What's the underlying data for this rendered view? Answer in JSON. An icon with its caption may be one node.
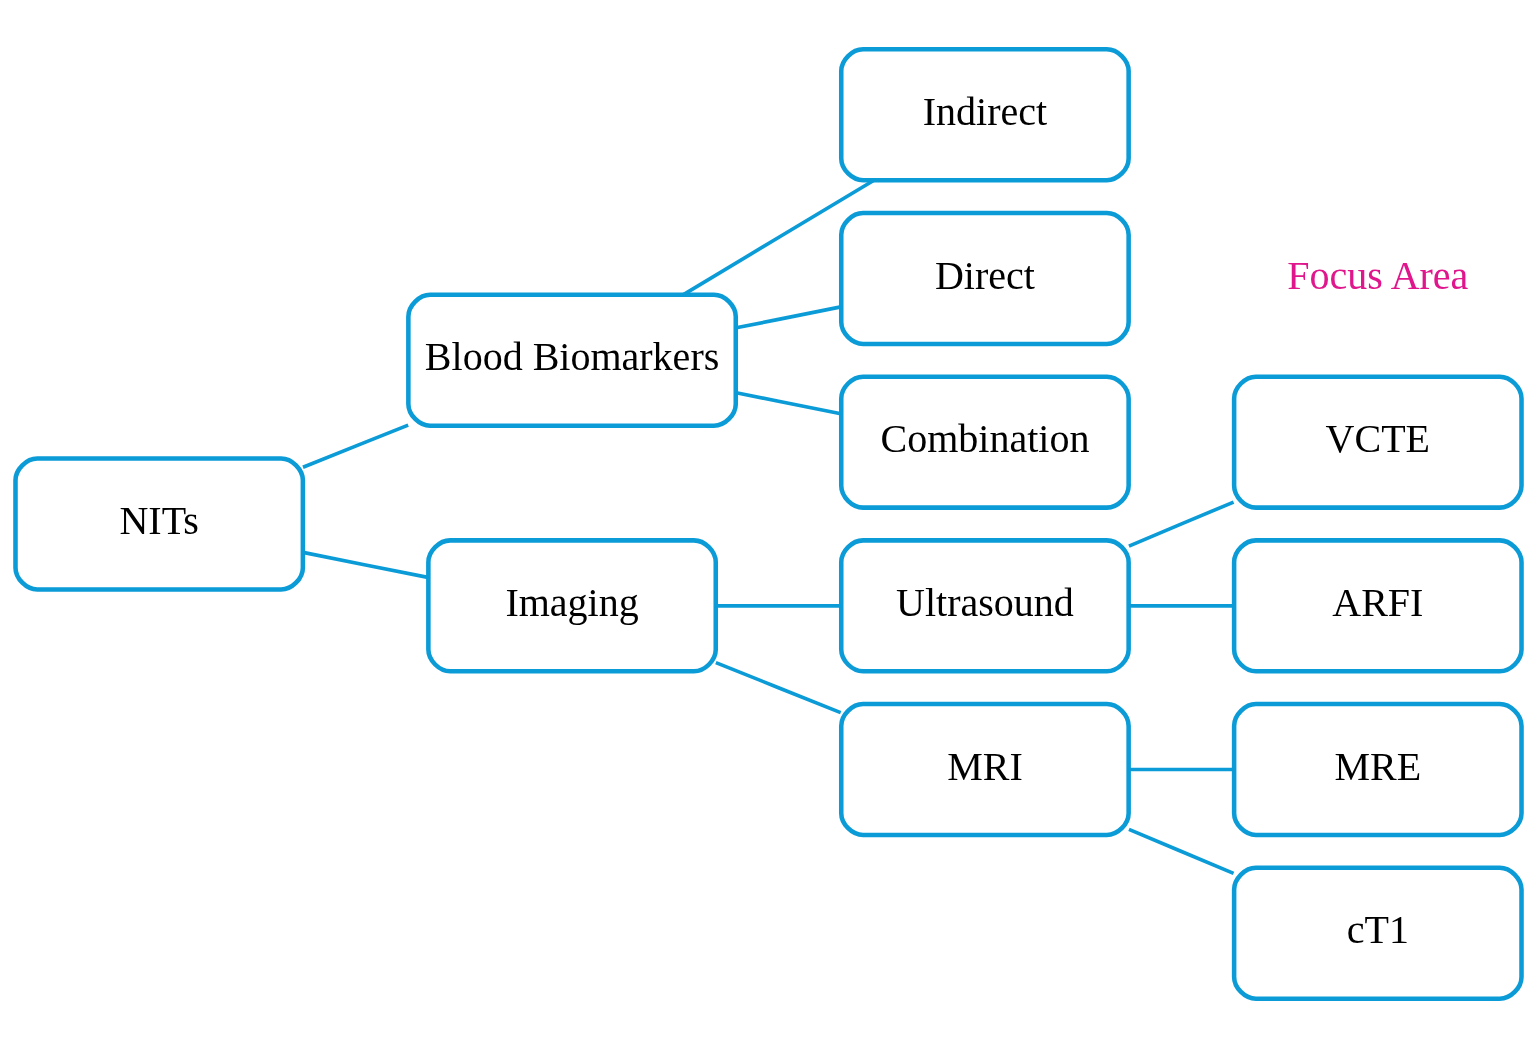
{
  "diagram": {
    "nodes": [
      {
        "text": [
          "NITs"
        ]
      },
      {
        "text": [
          "Blood Biomarkers"
        ]
      },
      {
        "text": [
          "Indirect"
        ]
      },
      {
        "text": [
          "Direct"
        ]
      },
      {
        "text": [
          "Combination"
        ]
      },
      {
        "text": [
          "Imaging"
        ]
      },
      {
        "text": [
          "Ultrasound"
        ]
      },
      {
        "text": [
          "MRI"
        ]
      },
      {
        "text": [
          "VCTE"
        ]
      },
      {
        "text": [
          "ARFI"
        ]
      },
      {
        "text": [
          "MRE"
        ]
      },
      {
        "text": [
          "cT1"
        ]
      }
    ],
    "edges": [
      {
        "from": 0,
        "to": 1,
        "arrow": "none"
      },
      {
        "from": 0,
        "to": 5,
        "arrow": "none"
      },
      {
        "from": 1,
        "to": 2,
        "arrow": "none"
      },
      {
        "from": 1,
        "to": 3,
        "arrow": "none"
      },
      {
        "from": 1,
        "to": 4,
        "arrow": "none"
      },
      {
        "from": 5,
        "to": 6,
        "arrow": "none"
      },
      {
        "from": 5,
        "to": 7,
        "arrow": "none"
      },
      {
        "from": 6,
        "to": 8,
        "arrow": "none"
      },
      {
        "from": 6,
        "to": 9,
        "arrow": "none"
      },
      {
        "from": 7,
        "to": 10,
        "arrow": "none"
      },
      {
        "from": 7,
        "to": 11,
        "arrow": "none"
      }
    ],
    "labels": [
      "Focus Area"
    ]
  }
}
